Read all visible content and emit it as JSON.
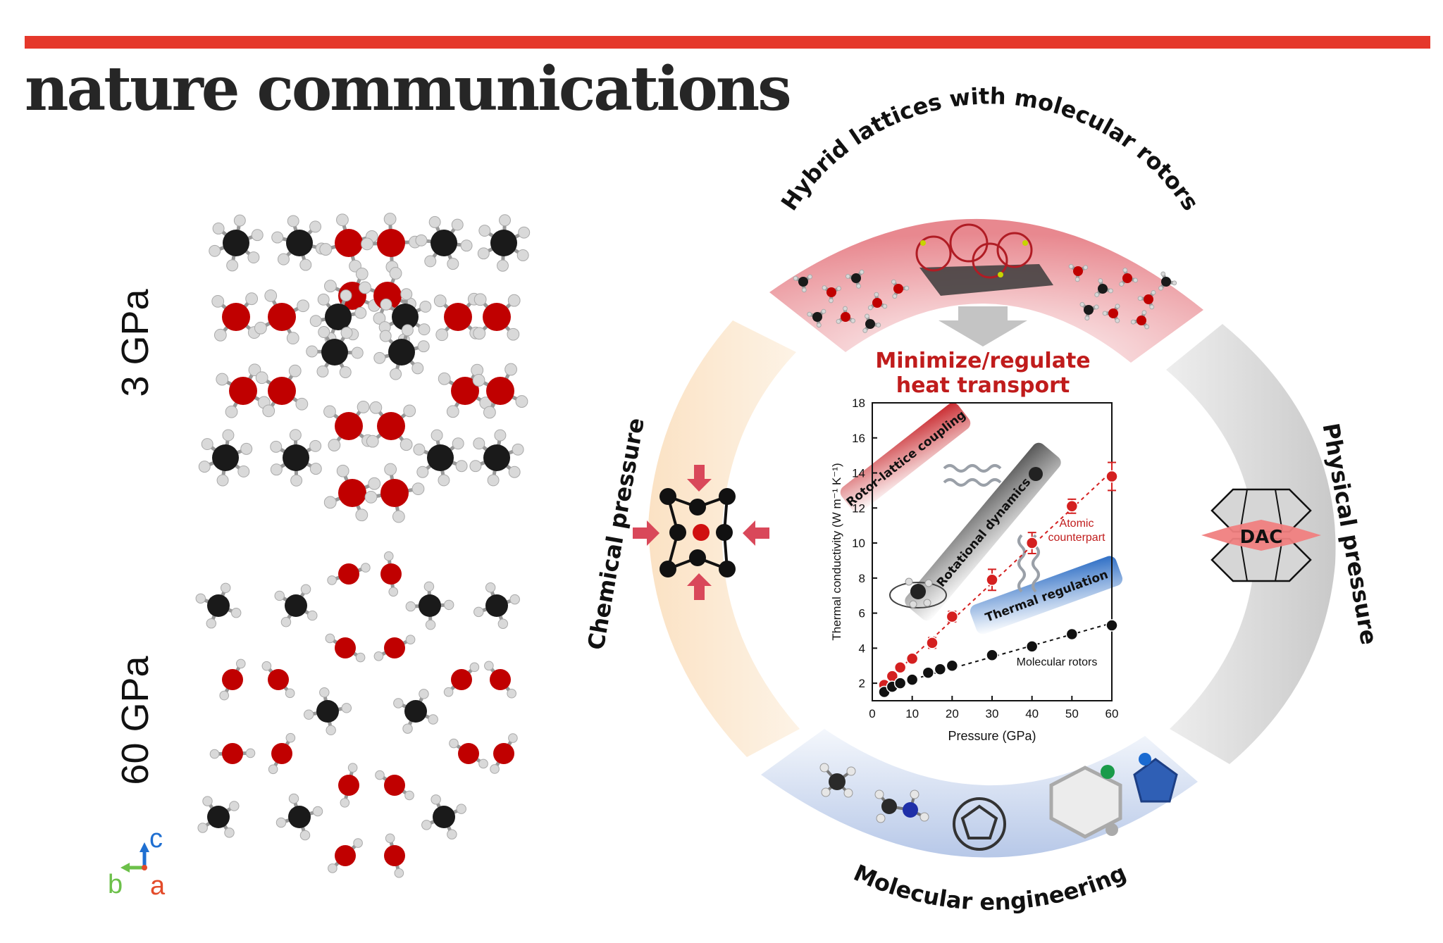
{
  "header": {
    "journal": "nature communications",
    "bar_color": "#e5382b"
  },
  "left_panel": {
    "label_top": "3 GPa",
    "label_bottom": "60 GPa",
    "axes": {
      "c": "c",
      "b": "b",
      "a": "a"
    },
    "colors": {
      "carbon": "#1a1a1a",
      "hydrogen": "#d9d9d9",
      "oxygen": "#c00000"
    }
  },
  "ring": {
    "top": "Hybrid lattices with molecular rotors",
    "left": "Chemical pressure",
    "right": "Physical pressure",
    "bottom": "Molecular engineering",
    "dac_label": "DAC",
    "center_title_1": "Minimize/regulate",
    "center_title_2": "heat transport"
  },
  "chart_data": {
    "type": "scatter",
    "xlabel": "Pressure (GPa)",
    "ylabel": "Thermal conductivity (W m⁻¹ K⁻¹)",
    "xlim": [
      0,
      60
    ],
    "ylim": [
      1,
      18
    ],
    "xticks": [
      0,
      10,
      20,
      30,
      40,
      50,
      60
    ],
    "yticks": [
      2,
      4,
      6,
      8,
      10,
      12,
      14,
      16,
      18
    ],
    "series": [
      {
        "name": "Atomic counterpart",
        "color": "#d42020",
        "x": [
          3,
          5,
          7,
          10,
          15,
          20,
          30,
          40,
          50,
          60
        ],
        "y": [
          1.9,
          2.4,
          2.9,
          3.4,
          4.3,
          5.8,
          7.9,
          10.0,
          12.1,
          13.8
        ],
        "yerr": [
          0.2,
          0.2,
          0.2,
          0.2,
          0.3,
          0.3,
          0.6,
          0.6,
          0.4,
          0.8
        ]
      },
      {
        "name": "Molecular rotors",
        "color": "#111111",
        "x": [
          3,
          5,
          7,
          10,
          14,
          17,
          20,
          30,
          40,
          50,
          60
        ],
        "y": [
          1.5,
          1.8,
          2.0,
          2.2,
          2.6,
          2.8,
          3.0,
          3.6,
          4.1,
          4.8,
          5.3
        ],
        "yerr": [
          0.1,
          0.1,
          0.1,
          0.1,
          0.1,
          0.1,
          0.1,
          0.1,
          0.1,
          0.1,
          0.1
        ]
      }
    ],
    "annotations": [
      "Rotor-lattice coupling",
      "Rotational dynamics",
      "Thermal regulation"
    ]
  }
}
